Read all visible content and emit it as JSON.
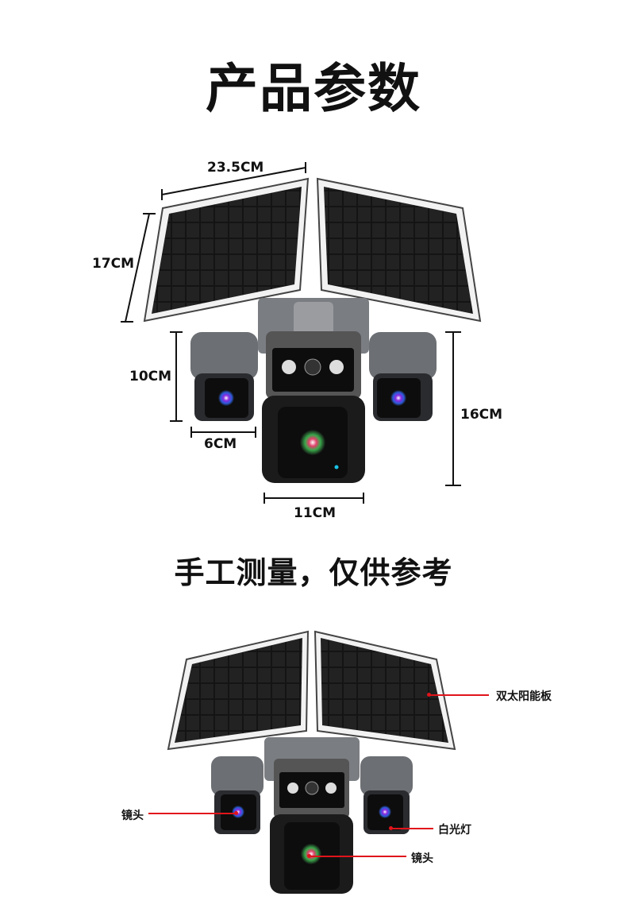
{
  "header": {
    "title": "产品参数"
  },
  "dimensions": {
    "panel_width": "23.5CM",
    "panel_height": "17CM",
    "side_cam_height": "10CM",
    "side_cam_width": "6CM",
    "total_height": "16CM",
    "center_cam_width": "11CM"
  },
  "note": {
    "text": "手工测量，仅供参考"
  },
  "callouts": {
    "solar_panel": "双太阳能板",
    "lens_left": "镜头",
    "white_light": "白光灯",
    "lens_center": "镜头"
  },
  "colors": {
    "accent": "#e0141b",
    "text": "#111111",
    "background": "#ffffff"
  }
}
